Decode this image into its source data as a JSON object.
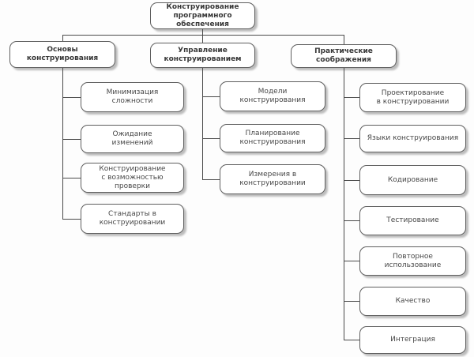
{
  "diagram": {
    "root": {
      "label": "Конструирование\nпрограммного\nобеспечения"
    },
    "branches": [
      {
        "parent": {
          "label": "Основы\nконструирования"
        },
        "children": [
          {
            "label": "Минимизация\nсложности"
          },
          {
            "label": "Ожидание\nизменений"
          },
          {
            "label": "Конструирование\nс возможностью\nпроверки"
          },
          {
            "label": "Стандарты в\nконструировании"
          }
        ]
      },
      {
        "parent": {
          "label": "Управление\nконструированием"
        },
        "children": [
          {
            "label": "Модели\nконструирования"
          },
          {
            "label": "Планирование\nконструирования"
          },
          {
            "label": "Измерения в\nконструировании"
          }
        ]
      },
      {
        "parent": {
          "label": "Практические\nсоображения"
        },
        "children": [
          {
            "label": "Проектирование\nв конструировании"
          },
          {
            "label": "Языки конструирования"
          },
          {
            "label": "Кодирование"
          },
          {
            "label": "Тестирование"
          },
          {
            "label": "Повторное\nиспользование"
          },
          {
            "label": "Качество"
          },
          {
            "label": "Интеграция"
          }
        ]
      }
    ],
    "colors": {
      "box_border": "#5f5f5f",
      "box_shadow": "#bdbdbd",
      "connector": "#4a4a4a",
      "text": "#474747"
    }
  }
}
